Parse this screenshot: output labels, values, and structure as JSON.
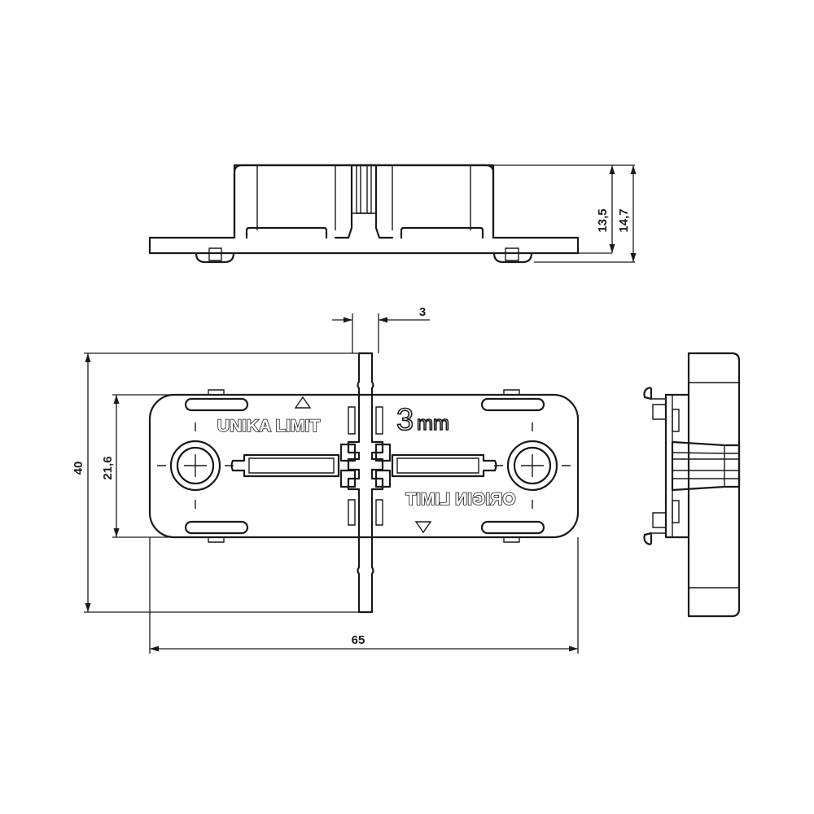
{
  "dimensions": {
    "gap": "3",
    "total_height_top": "13,5",
    "total_height_full": "14,7",
    "overall_height": "40",
    "inner_height": "21,6",
    "overall_width": "65"
  },
  "engraving": {
    "brand": "UNIKA LIMIT",
    "thickness": "3",
    "thickness_unit": "mm",
    "secondary": "ORIGIN LIMIT"
  }
}
